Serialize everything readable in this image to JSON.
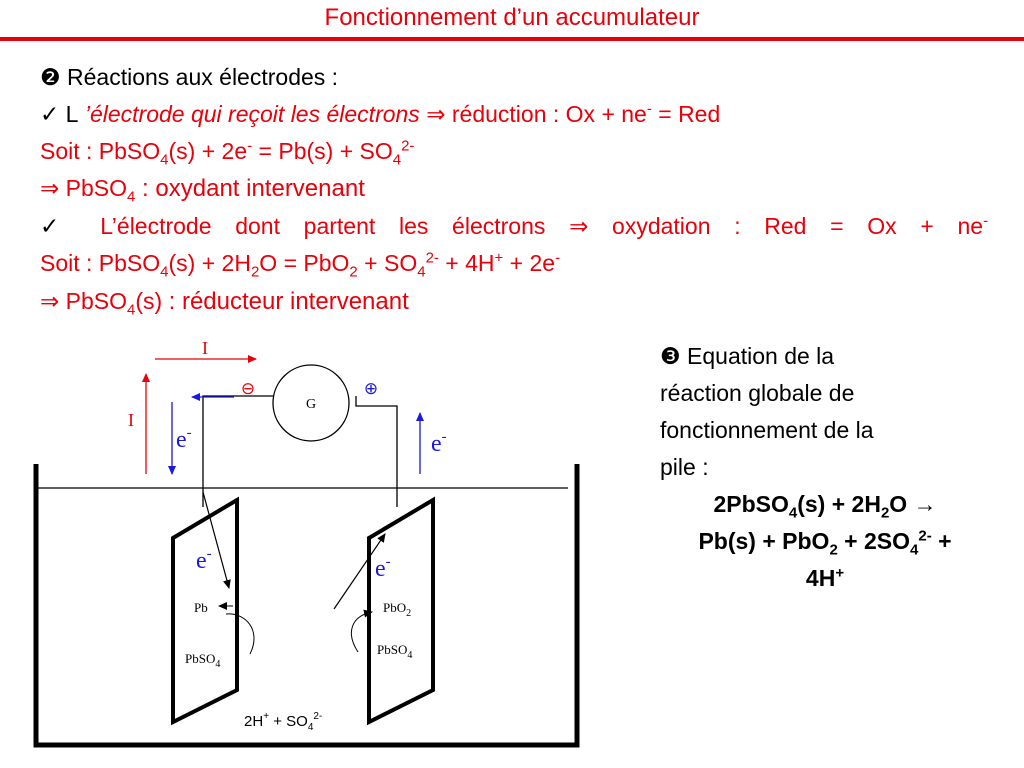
{
  "title": "Fonctionnement d’un accumulateur",
  "section2": {
    "bullet": "❷",
    "heading": "Réactions aux électrodes :",
    "check": "✓",
    "l_letter": "L",
    "cathode_text": " ’électrode qui reçoit les électrons",
    "implies": "⇒",
    "reduction_text": "réduction : Ox + ne",
    "reduction_sup": "-",
    "reduction_end": " = Red",
    "soit1_a": "Soit : PbSO",
    "soit1_sub1": "4",
    "soit1_b": "(s)  +  2e",
    "soit1_sup1": "-",
    "soit1_c": "  = Pb(s) +  SO",
    "soit1_sub2": "4",
    "soit1_sup2": "2-",
    "oxidant_a": " PbSO",
    "oxidant_sub": "4",
    "oxidant_b": " : oxydant intervenant",
    "anode_w1": "L’électrode",
    "anode_w2": "dont",
    "anode_w3": "partent",
    "anode_w4": "les",
    "anode_w5": "électrons",
    "anode_w6": "⇒",
    "anode_w7": "oxydation",
    "anode_w8": ":",
    "anode_w9": "Red",
    "anode_w10": "=",
    "anode_w11": "Ox",
    "anode_w12": "+",
    "anode_w13": "ne",
    "anode_sup": "-",
    "soit2_a": "Soit : PbSO",
    "soit2_sub1": "4",
    "soit2_b": "(s)  +  2H",
    "soit2_sub2": "2",
    "soit2_c": "O = PbO",
    "soit2_sub3": "2",
    "soit2_d": "  +  SO",
    "soit2_sub4": "4",
    "soit2_sup1": "2-",
    "soit2_e": "  +  4H",
    "soit2_sup2": "+",
    "soit2_f": "  +  2e",
    "soit2_sup3": "-",
    "reducer_a": " PbSO",
    "reducer_sub": "4",
    "reducer_b": "(s) ",
    "reducer_c": ": réducteur intervenant"
  },
  "section3": {
    "bullet": "❸",
    "line1": " Equation de la",
    "line2": "réaction globale de",
    "line3": "fonctionnement de la",
    "line4": "pile :",
    "eq1_a": "2PbSO",
    "eq1_sub1": "4",
    "eq1_b": "(s)  +  2H",
    "eq1_sub2": "2",
    "eq1_c": "O  ",
    "eq1_arrow": "→",
    "eq2_a": "Pb(s) + PbO",
    "eq2_sub1": "2",
    "eq2_b": "  +  2SO",
    "eq2_sub2": "4",
    "eq2_sup1": "2-",
    "eq2_c": "  +",
    "eq3_a": "4H",
    "eq3_sup": "+"
  },
  "diagram": {
    "current_top": "I",
    "current_left": "I",
    "minus_sign": "⊖",
    "plus_sign": "⊕",
    "galvanometer": "G",
    "e_left": "e",
    "e_left_sup": "-",
    "e_right": "e",
    "e_right_sup": "-",
    "e_plate_left": "e",
    "e_plate_left_sup": "-",
    "e_plate_right": "e",
    "e_plate_right_sup": "-",
    "pb": "Pb",
    "pbso4_left": "PbSO",
    "pbso4_left_sub": "4",
    "pbo2": "PbO",
    "pbo2_sub": "2",
    "pbso4_right": "PbSO",
    "pbso4_right_sub": "4",
    "ions_a": "2H",
    "ions_sup1": "+",
    "ions_b": "  + SO",
    "ions_sub": "4",
    "ions_sup2": "2-",
    "colors": {
      "red": "#e8000b",
      "blue": "#1a1adb",
      "black": "#000000"
    }
  }
}
